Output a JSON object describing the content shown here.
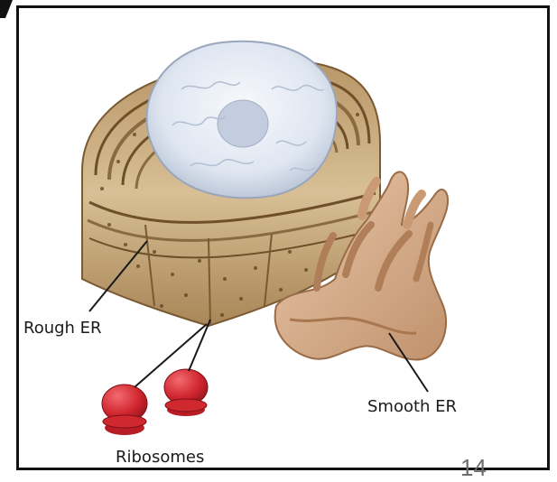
{
  "labels": {
    "rough_er": "Rough ER",
    "smooth_er": "Smooth ER",
    "ribosomes": "Ribosomes"
  },
  "page_number": "14",
  "colors": {
    "border": "#111111",
    "er_membrane": "#c9a877",
    "er_shadow": "#8e6a3f",
    "nucleus": "#dde5f0",
    "smooth_er": "#dcb494",
    "ribosome": "#c8222b",
    "page_number": "#6e6e6e"
  }
}
